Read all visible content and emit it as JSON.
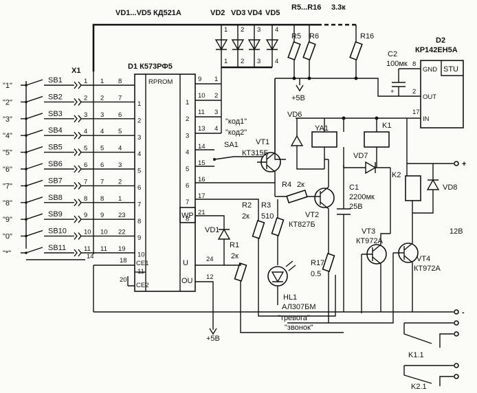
{
  "header": {
    "vd_group": "VD1...VD5 КД521А",
    "vd2": "VD2",
    "vd3": "VD3",
    "vd4": "VD4",
    "vd5": "VD5",
    "r_group": "R5...R16",
    "r_group_value": "3.3к"
  },
  "d1": {
    "label": "D1 К573РФ5",
    "title": "RPROM",
    "wp": "WP",
    "u": "U",
    "ou": "OU",
    "ce1": "CE1",
    "ce2": "CE2"
  },
  "d2": {
    "label": "D2",
    "part": "КР142ЕН5А",
    "stu": "STU",
    "gnd": "GND",
    "out": "OUT",
    "in": "IN",
    "pin8": "8",
    "pin2": "2",
    "pin17": "17"
  },
  "x1_label": "X1",
  "keys": [
    {
      "sym": "\"1\"",
      "name": "SB1",
      "x1": "1",
      "x2": "1",
      "dpin": "8"
    },
    {
      "sym": "\"2\"",
      "name": "SB2",
      "x1": "2",
      "x2": "2",
      "dpin": "7"
    },
    {
      "sym": "\"3\"",
      "name": "SB3",
      "x1": "3",
      "x2": "3",
      "dpin": "6"
    },
    {
      "sym": "\"4\"",
      "name": "SB4",
      "x1": "4",
      "x2": "4",
      "dpin": "5"
    },
    {
      "sym": "\"5\"",
      "name": "SB5",
      "x1": "5",
      "x2": "5",
      "dpin": "4"
    },
    {
      "sym": "\"6\"",
      "name": "SB6",
      "x1": "6",
      "x2": "6",
      "dpin": "3"
    },
    {
      "sym": "\"7\"",
      "name": "SB7",
      "x1": "7",
      "x2": "7",
      "dpin": "2"
    },
    {
      "sym": "\"8\"",
      "name": "SB8",
      "x1": "8",
      "x2": "8",
      "dpin": "1"
    },
    {
      "sym": "\"9\"",
      "name": "SB9",
      "x1": "9",
      "x2": "9",
      "dpin": "23"
    },
    {
      "sym": "\"0\"",
      "name": "SB10",
      "x1": "10",
      "x2": "10",
      "dpin": "22"
    },
    {
      "sym": "\"*\"",
      "name": "SB11",
      "x1": "11",
      "x2": "11",
      "dpin": "19"
    }
  ],
  "d1_left": [
    "1",
    "2",
    "3",
    "4",
    "5",
    "6",
    "7",
    "8",
    "9",
    "10",
    "11"
  ],
  "d1_right": [
    "1",
    "2",
    "3",
    "4",
    "5",
    "6",
    "7",
    "8"
  ],
  "d1_right_pins": [
    "9",
    "10",
    "11",
    "13",
    "14",
    "15",
    "16",
    "17",
    "21"
  ],
  "diode_pins": [
    "1",
    "2",
    "3",
    "4"
  ],
  "pins_misc": {
    "x14": "14",
    "d18": "18",
    "d20": "20",
    "u24": "24",
    "ou12": "12"
  },
  "labels": {
    "kod1": "\"код1\"",
    "kod2": "\"код2\"",
    "sa1": "SA1",
    "vt1": "VT1",
    "vt1_part": "КТ315Б",
    "vd1": "VD1",
    "vd6": "VD6",
    "vd7": "VD7",
    "vd8": "VD8",
    "ya1": "YA1",
    "k1": "K1",
    "k2": "K2",
    "r1": "R1",
    "r1_val": "2к",
    "r2": "R2",
    "r2_val": "2к",
    "r3": "R3",
    "r3_val": "510",
    "r4": "R4",
    "r4_val": "2к",
    "r5": "R5",
    "r6": "R6",
    "r16": "R16",
    "r17": "R17",
    "r17_val": "0.5",
    "vt2": "VT2",
    "vt2_part": "КТ827Б",
    "vt3": "VT3",
    "vt3_part": "КТ972А",
    "vt4": "VT4",
    "vt4_part": "КТ972А",
    "c1": "C1",
    "c1_val": "2200мк",
    "c1_v": "25В",
    "c2": "C2",
    "c2_val": "100мк",
    "hl1": "HL1",
    "hl1_part": "АЛ307БМ",
    "plus5v_top": "+5В",
    "plus5v_bot": "+5В",
    "v12": "12В",
    "plus": "+",
    "minus": "-",
    "trevoga": "\"тревога\"",
    "zvonok": "\"звонок\"",
    "k11": "K1.1",
    "k21": "K2.1"
  }
}
